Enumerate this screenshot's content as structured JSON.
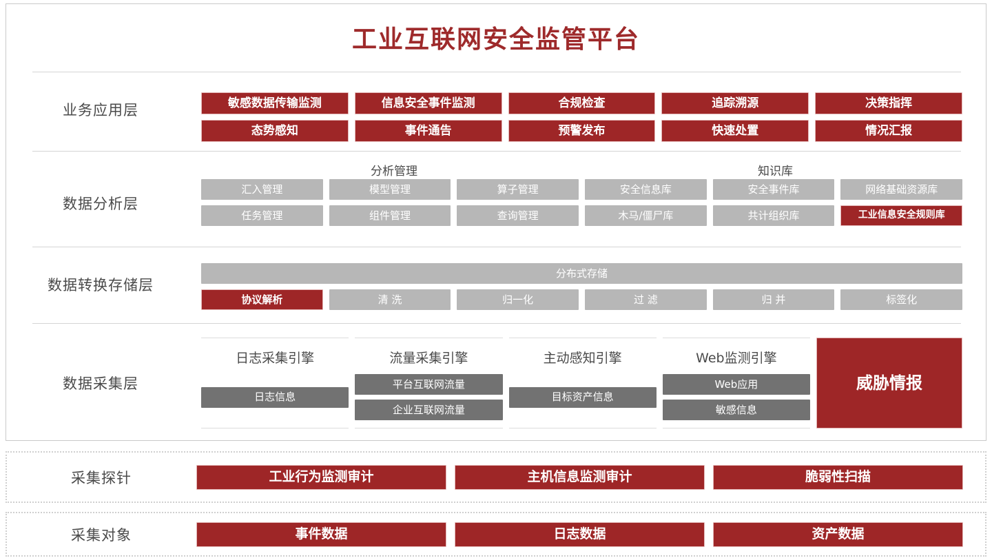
{
  "title": "工业互联网安全监管平台",
  "colors": {
    "accent_red": "#9e2627",
    "title_red": "#9e2a2b",
    "grey_light": "#b7b7b7",
    "grey_dark": "#727272",
    "divider": "#d4d4d4"
  },
  "layers": {
    "business": {
      "label": "业务应用层",
      "rows": [
        [
          "敏感数据传输监测",
          "信息安全事件监测",
          "合规检查",
          "追踪溯源",
          "决策指挥"
        ],
        [
          "态势感知",
          "事件通告",
          "预警发布",
          "快速处置",
          "情况汇报"
        ]
      ]
    },
    "analysis": {
      "label": "数据分析层",
      "groups": [
        "分析管理",
        "知识库"
      ],
      "rows": [
        [
          {
            "text": "汇入管理",
            "style": "grey-light"
          },
          {
            "text": "模型管理",
            "style": "grey-light"
          },
          {
            "text": "算子管理",
            "style": "grey-light"
          },
          {
            "text": "安全信息库",
            "style": "grey-light"
          },
          {
            "text": "安全事件库",
            "style": "grey-light"
          },
          {
            "text": "网络基础资源库",
            "style": "grey-light"
          }
        ],
        [
          {
            "text": "任务管理",
            "style": "grey-light"
          },
          {
            "text": "组件管理",
            "style": "grey-light"
          },
          {
            "text": "查询管理",
            "style": "grey-light"
          },
          {
            "text": "木马/僵尸库",
            "style": "grey-light"
          },
          {
            "text": "共计组织库",
            "style": "grey-light"
          },
          {
            "text": "工业信息安全规则库",
            "style": "red"
          }
        ]
      ]
    },
    "storage": {
      "label": "数据转换存储层",
      "full_bar": {
        "text": "分布式存储",
        "style": "grey-light"
      },
      "row": [
        {
          "text": "协议解析",
          "style": "red"
        },
        {
          "text": "清 洗",
          "style": "grey-light"
        },
        {
          "text": "归一化",
          "style": "grey-light"
        },
        {
          "text": "过 滤",
          "style": "grey-light"
        },
        {
          "text": "归 并",
          "style": "grey-light"
        },
        {
          "text": "标签化",
          "style": "grey-light"
        }
      ]
    },
    "collection": {
      "label": "数据采集层",
      "engines": [
        {
          "title": "日志采集引擎",
          "items": [
            "日志信息"
          ]
        },
        {
          "title": "流量采集引擎",
          "items": [
            "平台互联网流量",
            "企业互联网流量"
          ]
        },
        {
          "title": "主动感知引擎",
          "items": [
            "目标资产信息"
          ]
        },
        {
          "title": "Web监测引擎",
          "items": [
            "Web应用",
            "敏感信息"
          ]
        }
      ],
      "threat_box": "威胁情报"
    }
  },
  "probe_section": {
    "label": "采集探针",
    "items": [
      "工业行为监测审计",
      "主机信息监测审计",
      "脆弱性扫描"
    ]
  },
  "object_section": {
    "label": "采集对象",
    "items": [
      "事件数据",
      "日志数据",
      "资产数据"
    ]
  }
}
